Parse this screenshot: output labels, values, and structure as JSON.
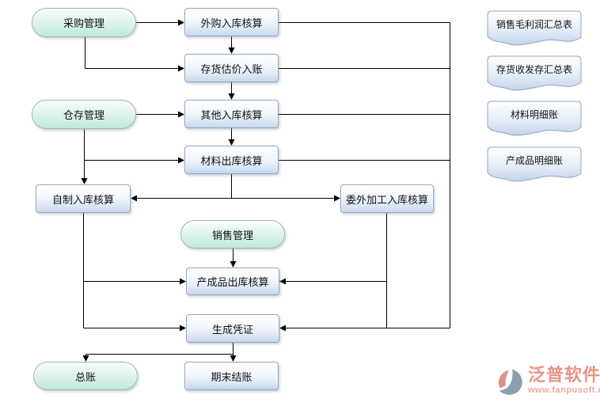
{
  "nodes": {
    "purchase": {
      "label": "采购管理"
    },
    "warehouse": {
      "label": "仓存管理"
    },
    "sales": {
      "label": "销售管理"
    },
    "general_ledger": {
      "label": "总账"
    },
    "purchased_inbound": {
      "label": "外购入库核算"
    },
    "inventory_valuation": {
      "label": "存货估价入账"
    },
    "other_inbound": {
      "label": "其他入库核算"
    },
    "material_outbound": {
      "label": "材料出库核算"
    },
    "selfmade_inbound": {
      "label": "自制入库核算"
    },
    "outsourced_inbound": {
      "label": "委外加工入库核算"
    },
    "finished_outbound": {
      "label": "产成品出库核算"
    },
    "generate_voucher": {
      "label": "生成凭证"
    },
    "period_end_closing": {
      "label": "期末结账"
    }
  },
  "reports": [
    {
      "label": "销售毛利润汇总表"
    },
    {
      "label": "存货收发存汇总表"
    },
    {
      "label": "材料明细账"
    },
    {
      "label": "产成品明细账"
    }
  ],
  "branding": {
    "name": "泛普软件",
    "url": "www.fanpusoft.com",
    "logo_icon": "fanpu-swoosh-logo"
  },
  "colors": {
    "pill_fill": "#cdeee5",
    "pill_border": "#9fb3ad",
    "process_fill": "#dfeaf6",
    "process_border": "#93a5bf",
    "doc_fill": "#d6e2f1",
    "connector": "#000000",
    "brand_text": "#e89486",
    "brand_url_text": "#eba99c",
    "background": "#ffffff"
  }
}
